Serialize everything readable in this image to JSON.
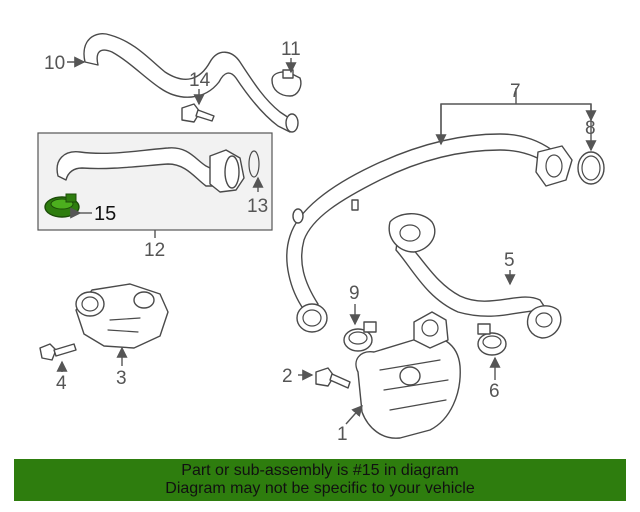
{
  "labels": {
    "p1": "1",
    "p2": "2",
    "p3": "3",
    "p4": "4",
    "p5": "5",
    "p6": "6",
    "p7": "7",
    "p8": "8",
    "p9": "9",
    "p10": "10",
    "p11": "11",
    "p12": "12",
    "p13": "13",
    "p14": "14",
    "p15": "15"
  },
  "highlight": {
    "part": "15",
    "color": "#2e7d0e"
  },
  "banner": {
    "line1": "Part or sub-assembly is #15 in diagram",
    "line2": "Diagram may not be specific to your vehicle",
    "background": "#2e7d0e"
  }
}
